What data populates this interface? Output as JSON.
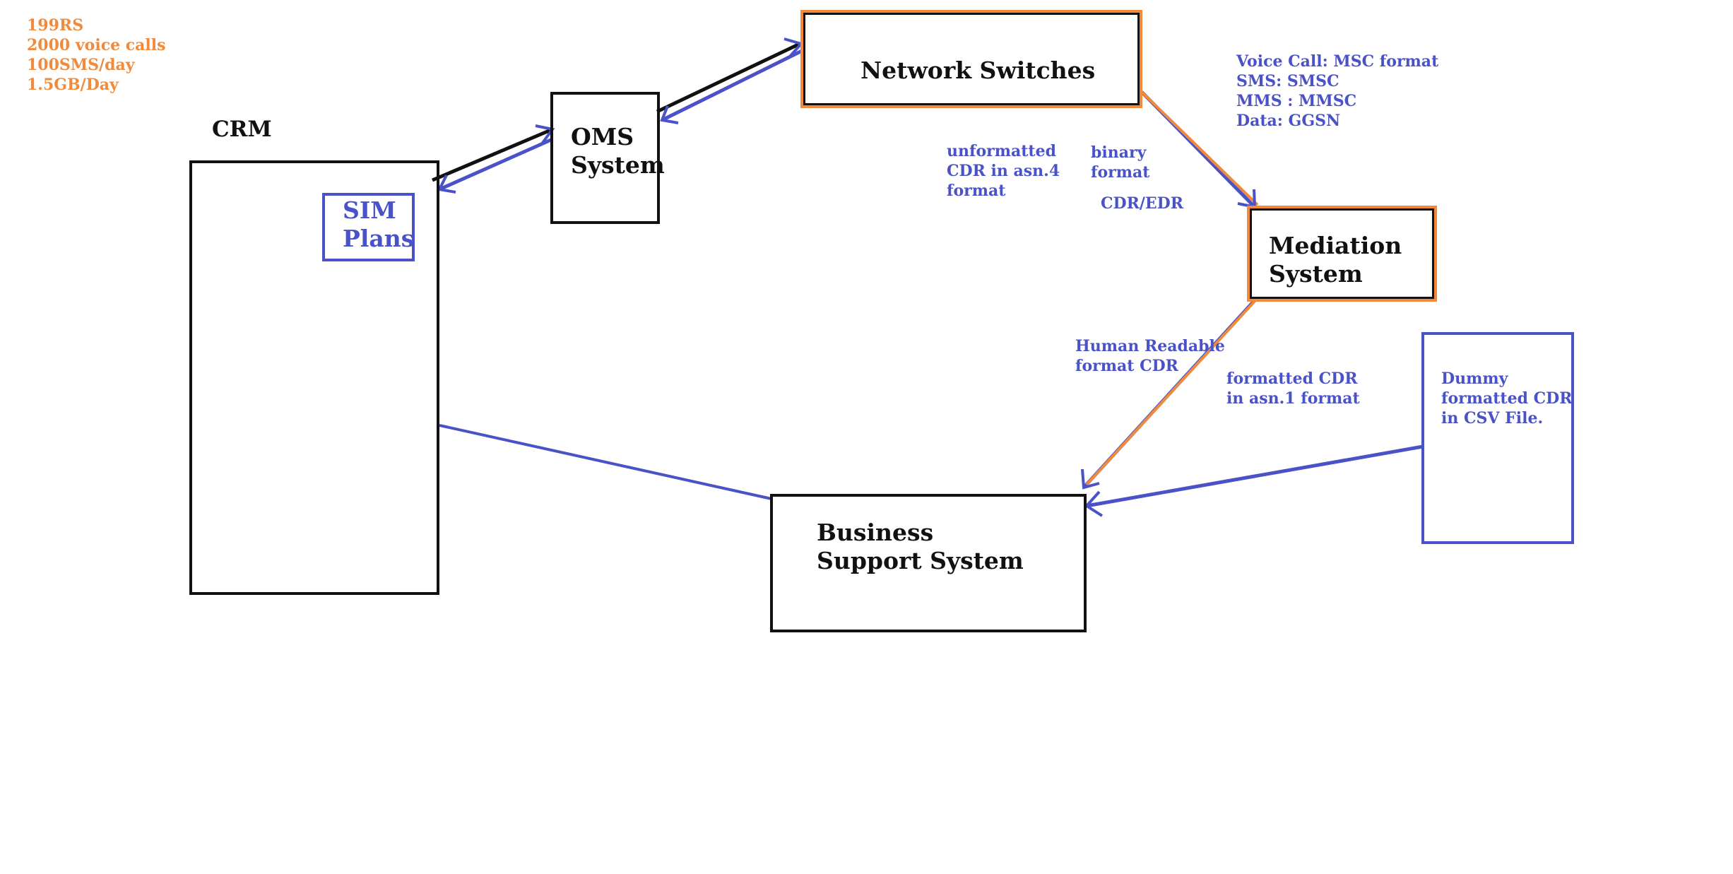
{
  "plan_note": {
    "lines": [
      "199RS",
      "2000 voice calls",
      "100SMS/day",
      "1.5GB/Day"
    ]
  },
  "crm": {
    "label": "CRM",
    "sim_plans": [
      "SIM",
      "Plans"
    ]
  },
  "oms": {
    "lines": [
      "OMS",
      "System"
    ]
  },
  "network_switches": {
    "label": "Network Switches"
  },
  "switch_formats": {
    "lines": [
      "Voice Call: MSC format",
      "SMS: SMSC",
      "MMS : MMSC",
      "Data: GGSN"
    ]
  },
  "unformatted_cdr": {
    "lines": [
      "unformatted",
      "CDR in asn.4",
      "format"
    ]
  },
  "binary_format": {
    "lines": [
      "binary",
      "format"
    ]
  },
  "cdr_edr": {
    "label": "CDR/EDR"
  },
  "mediation": {
    "lines": [
      "Mediation",
      "System"
    ]
  },
  "human_readable": {
    "lines": [
      "Human Readable",
      "format CDR"
    ]
  },
  "formatted_cdr": {
    "lines": [
      "formatted CDR",
      "in asn.1 format"
    ]
  },
  "dummy_cdr": {
    "lines": [
      "Dummy",
      "formatted CDR",
      "in CSV File."
    ]
  },
  "bss": {
    "lines": [
      "Business",
      "Support System"
    ]
  },
  "colors": {
    "blue": "#4a52c8",
    "orange": "#f08a3c",
    "black": "#111111"
  }
}
